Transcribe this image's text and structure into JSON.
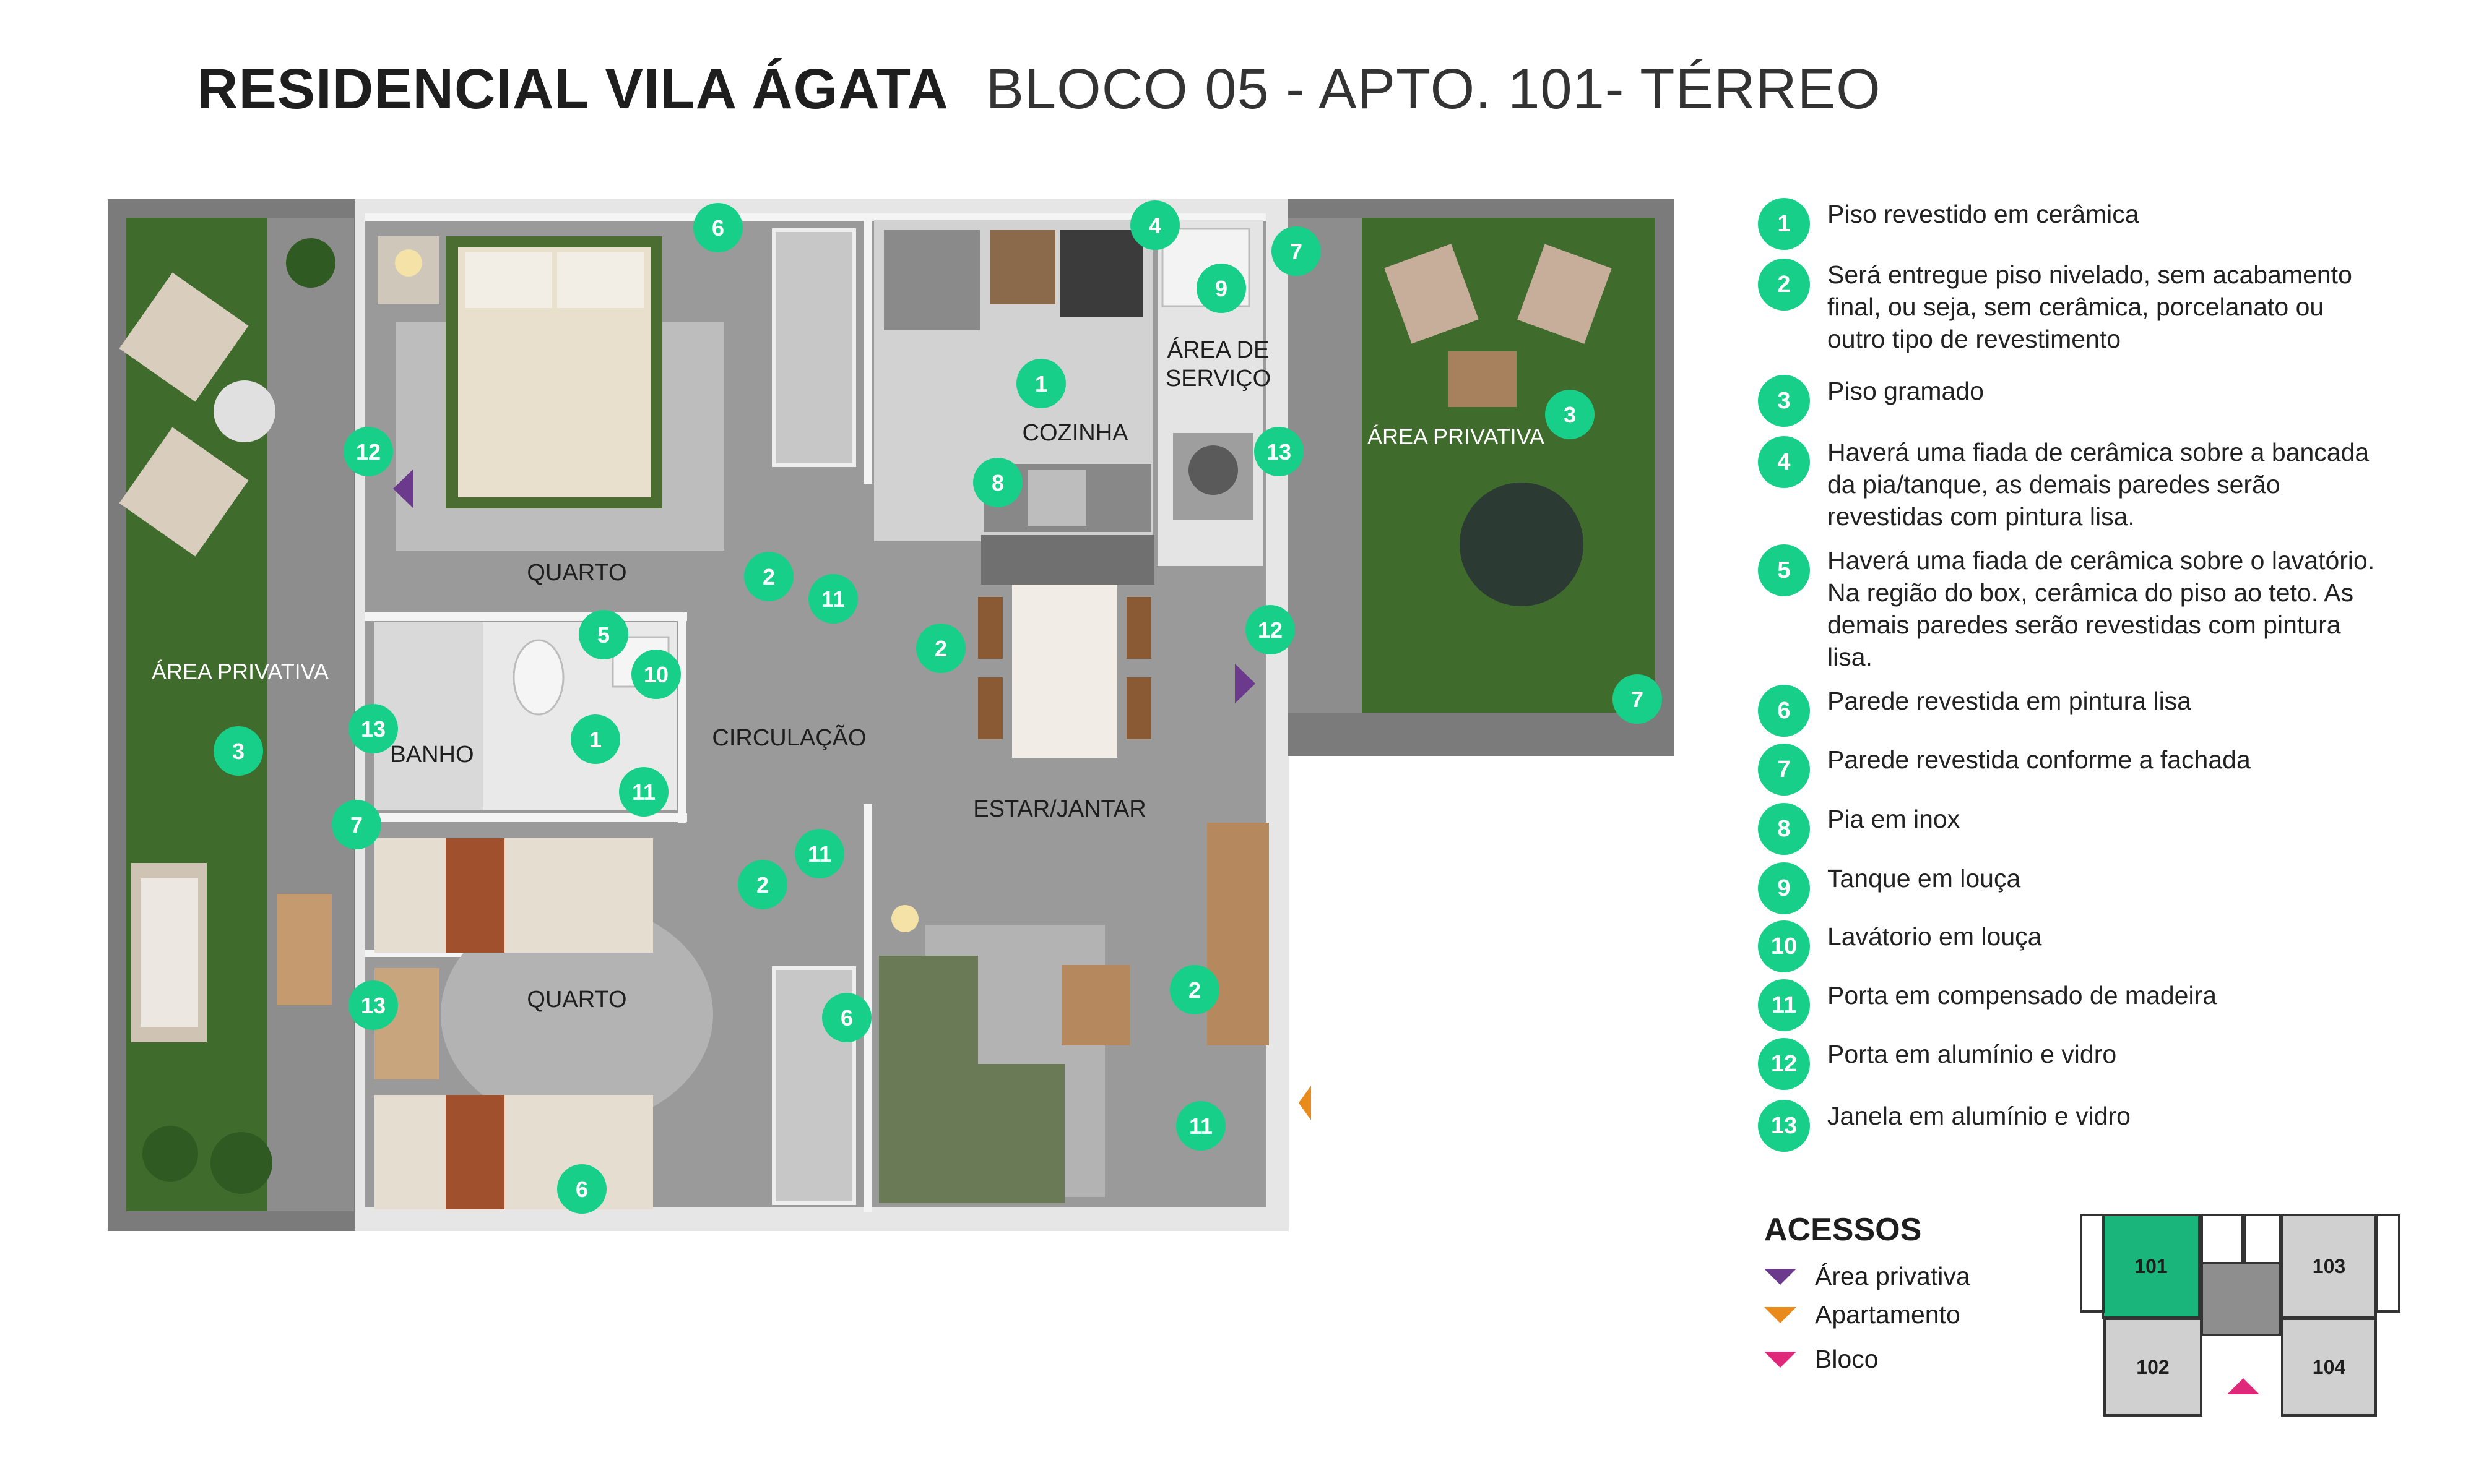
{
  "header": {
    "project_name": "RESIDENCIAL VILA ÁGATA",
    "unit": "BLOCO 05 - APTO. 101- TÉRREO"
  },
  "rooms": {
    "quarto_1": "QUARTO",
    "quarto_2": "QUARTO",
    "banho": "BANHO",
    "circulacao": "CIRCULAÇÃO",
    "cozinha": "COZINHA",
    "area_servico_1": "ÁREA DE",
    "area_servico_2": "SERVIÇO",
    "estar_jantar": "ESTAR/JANTAR",
    "area_privativa_left": "ÁREA PRIVATIVA",
    "area_privativa_right": "ÁREA PRIVATIVA"
  },
  "markers": [
    {
      "n": "6"
    },
    {
      "n": "4"
    },
    {
      "n": "7"
    },
    {
      "n": "9"
    },
    {
      "n": "1"
    },
    {
      "n": "12"
    },
    {
      "n": "13"
    },
    {
      "n": "3"
    },
    {
      "n": "8"
    },
    {
      "n": "2"
    },
    {
      "n": "11"
    },
    {
      "n": "2"
    },
    {
      "n": "5"
    },
    {
      "n": "10"
    },
    {
      "n": "12"
    },
    {
      "n": "13"
    },
    {
      "n": "1"
    },
    {
      "n": "3"
    },
    {
      "n": "11"
    },
    {
      "n": "7"
    },
    {
      "n": "7"
    },
    {
      "n": "11"
    },
    {
      "n": "2"
    },
    {
      "n": "6"
    },
    {
      "n": "2"
    },
    {
      "n": "13"
    },
    {
      "n": "11"
    },
    {
      "n": "6"
    }
  ],
  "legend": [
    {
      "n": "1",
      "text": "Piso revestido em cerâmica"
    },
    {
      "n": "2",
      "text": "Será entregue piso nivelado, sem acabamento final, ou seja, sem cerâmica, porcelanato ou outro tipo de revestimento"
    },
    {
      "n": "3",
      "text": "Piso gramado"
    },
    {
      "n": "4",
      "text": "Haverá uma fiada de cerâmica sobre a bancada da pia/tanque, as demais paredes serão revestidas com pintura lisa."
    },
    {
      "n": "5",
      "text": "Haverá uma fiada de cerâmica sobre o lavatório. Na região do box, cerâmica do piso ao teto. As demais paredes serão revestidas com pintura lisa."
    },
    {
      "n": "6",
      "text": "Parede revestida em pintura lisa"
    },
    {
      "n": "7",
      "text": "Parede revestida conforme a fachada"
    },
    {
      "n": "8",
      "text": "Pia em inox"
    },
    {
      "n": "9",
      "text": "Tanque em louça"
    },
    {
      "n": "10",
      "text": "Lavátorio em louça"
    },
    {
      "n": "11",
      "text": "Porta em compensado de madeira"
    },
    {
      "n": "12",
      "text": "Porta em alumínio e vidro"
    },
    {
      "n": "13",
      "text": "Janela em alumínio e vidro"
    }
  ],
  "acessos": {
    "title": "ACESSOS",
    "items": [
      {
        "label": "Área privativa",
        "color": "#6b3a8c"
      },
      {
        "label": "Apartamento",
        "color": "#e88a1c"
      },
      {
        "label": "Bloco",
        "color": "#e0287a"
      }
    ]
  },
  "block_map": {
    "units": [
      "101",
      "103",
      "102",
      "104"
    ],
    "highlight_color": "#19b57a"
  },
  "colors": {
    "marker": "#18cf8a",
    "grass": "#3f6b2c",
    "floor": "#9a9a9a",
    "wall": "#e9e9e9"
  }
}
